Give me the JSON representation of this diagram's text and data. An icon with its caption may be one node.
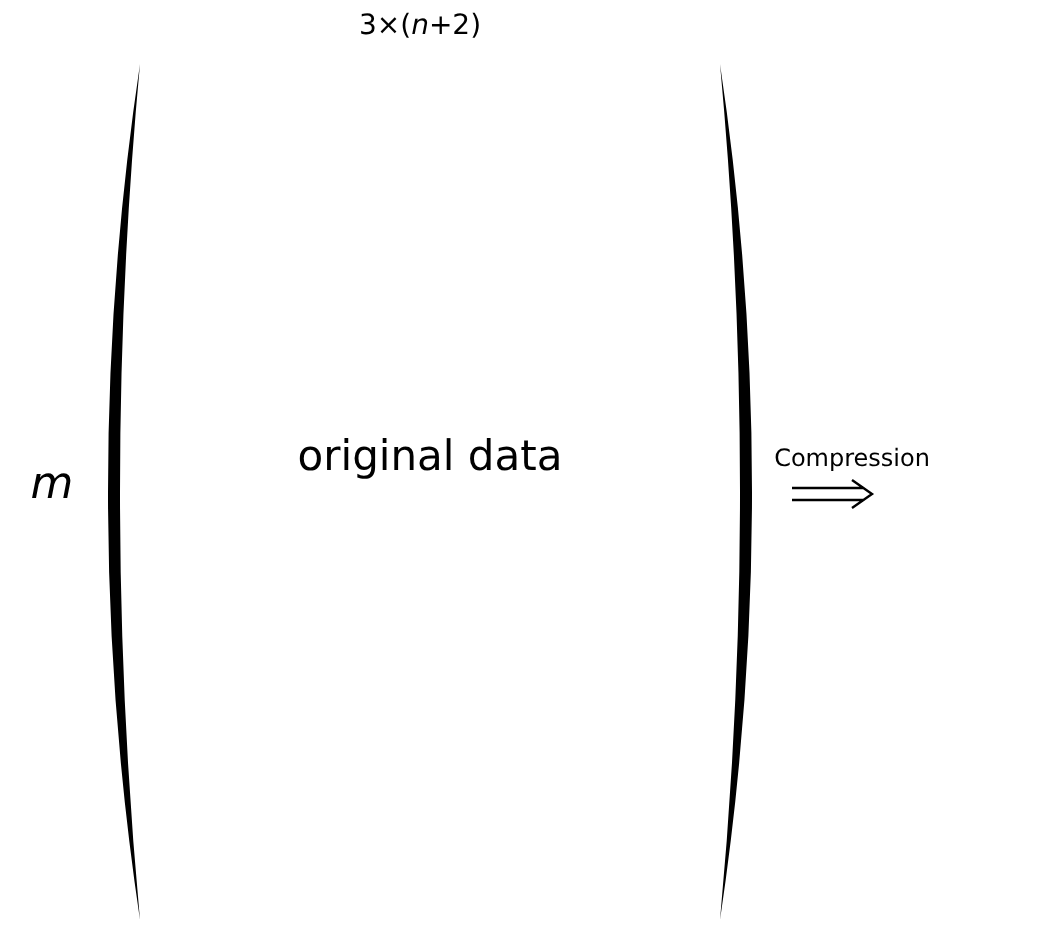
{
  "diagram": {
    "nodes": [
      {
        "text": [
          "original data"
        ]
      }
    ],
    "labels": [
      "3×(*n*+2)",
      "m",
      "Compression"
    ]
  }
}
